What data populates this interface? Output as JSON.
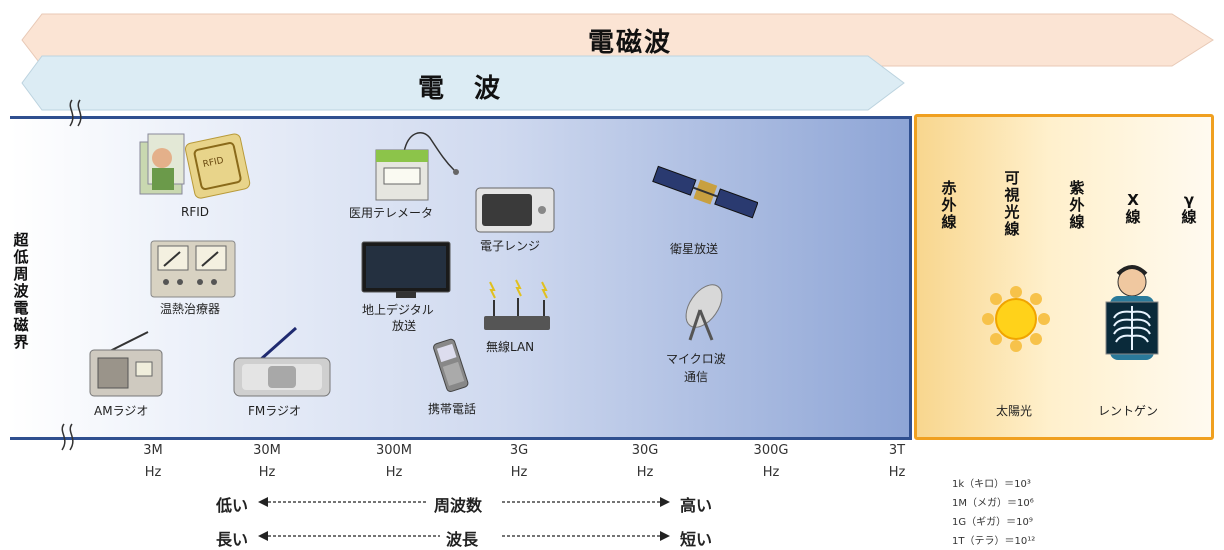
{
  "banners": {
    "em_wave": "電磁波",
    "radio_wave": "電　波"
  },
  "left_label": "超低周波電磁界",
  "devices": {
    "rfid": "RFID",
    "thermo": "温熱治療器",
    "am_radio": "AMラジオ",
    "fm_radio": "FMラジオ",
    "telemeter": "医用テレメータ",
    "digital_tv_line1": "地上デジタル",
    "digital_tv_line2": "放送",
    "cell_phone": "携帯電話",
    "microwave_oven": "電子レンジ",
    "wireless_lan": "無線LAN",
    "satellite": "衛星放送",
    "microwave_comm_line1": "マイクロ波",
    "microwave_comm_line2": "通信"
  },
  "light_bands": {
    "infrared": "赤外線",
    "visible": "可視光線",
    "ultraviolet": "紫外線",
    "xray": "X線",
    "gamma": "γ線",
    "sunlight": "太陽光",
    "roentgen": "レントゲン"
  },
  "frequencies": [
    {
      "value": "3M",
      "unit": "Hz"
    },
    {
      "value": "30M",
      "unit": "Hz"
    },
    {
      "value": "300M",
      "unit": "Hz"
    },
    {
      "value": "3G",
      "unit": "Hz"
    },
    {
      "value": "30G",
      "unit": "Hz"
    },
    {
      "value": "300G",
      "unit": "Hz"
    },
    {
      "value": "3T",
      "unit": "Hz"
    }
  ],
  "axis": {
    "frequency_low": "低い",
    "frequency_label": "周波数",
    "frequency_high": "高い",
    "wavelength_long": "長い",
    "wavelength_label": "波長",
    "wavelength_short": "短い"
  },
  "unit_notes": [
    "1k（キロ）＝10³",
    "1M（メガ）＝10⁶",
    "1G（ギガ）＝10⁹",
    "1T（テラ）＝10¹²"
  ],
  "colors": {
    "em_banner": "#fbe4d4",
    "radio_banner": "#dcecf4",
    "radio_panel_border": "#2f4f8f",
    "light_panel_border": "#f0a020"
  }
}
